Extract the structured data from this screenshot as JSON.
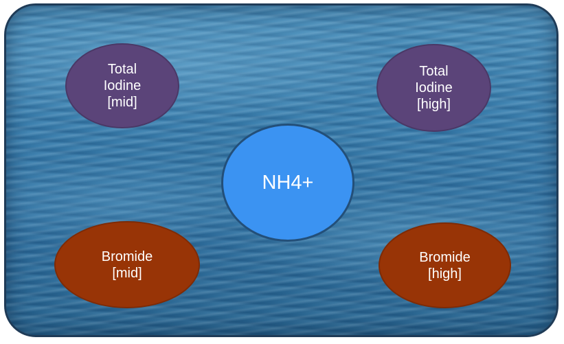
{
  "diagram": {
    "colors": {
      "iodine_fill": "#5b4479",
      "bromide_fill": "#983406",
      "center_fill": "#3b93f2",
      "border": "#1f3b57"
    },
    "nodes": {
      "iodine_mid": {
        "label": "Total\nIodine\n[mid]"
      },
      "iodine_high": {
        "label": "Total\nIodine\n[high]"
      },
      "center": {
        "label": "NH4+"
      },
      "bromide_mid": {
        "label": "Bromide\n[mid]"
      },
      "bromide_high": {
        "label": "Bromide\n[high]"
      }
    }
  }
}
